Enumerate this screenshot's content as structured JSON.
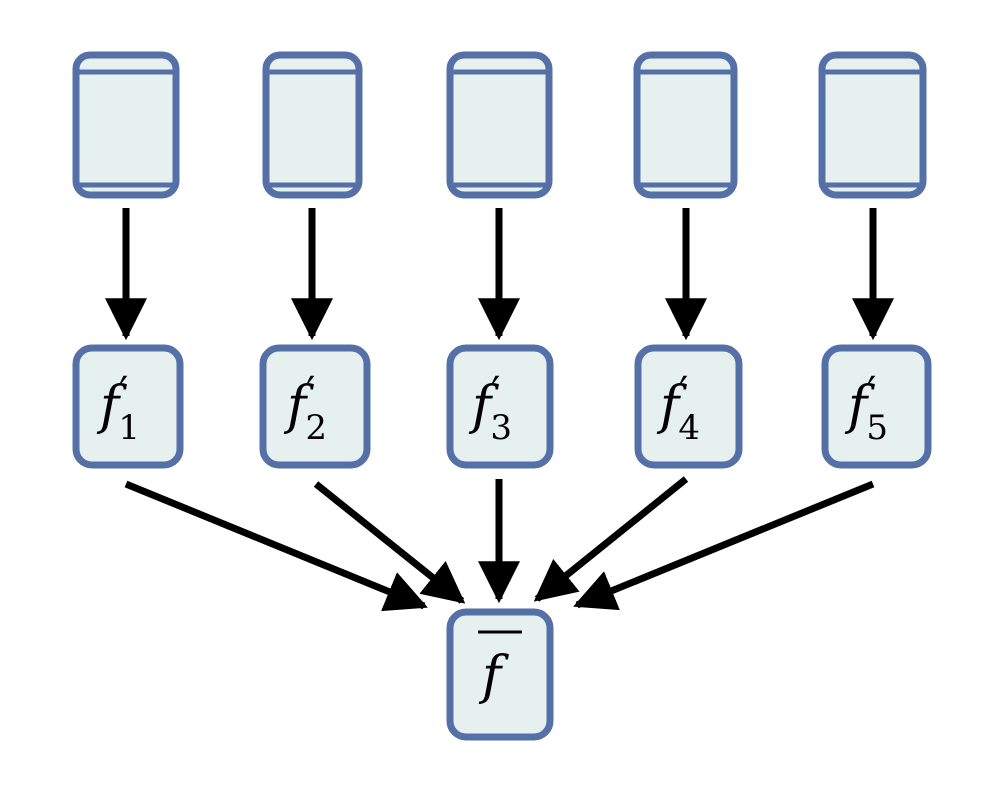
{
  "diagram": {
    "devices": [
      {
        "id": "device-1"
      },
      {
        "id": "device-2"
      },
      {
        "id": "device-3"
      },
      {
        "id": "device-4"
      },
      {
        "id": "device-5"
      }
    ],
    "local_models": [
      {
        "symbol": "f",
        "mark": "′",
        "subscript": "1"
      },
      {
        "symbol": "f",
        "mark": "′",
        "subscript": "2"
      },
      {
        "symbol": "f",
        "mark": "′",
        "subscript": "3"
      },
      {
        "symbol": "f",
        "mark": "′",
        "subscript": "4"
      },
      {
        "symbol": "f",
        "mark": "′",
        "subscript": "5"
      }
    ],
    "aggregate": {
      "symbol": "f",
      "decoration": "overline"
    },
    "edges": [
      {
        "from": "device-1",
        "to": "local-1"
      },
      {
        "from": "device-2",
        "to": "local-2"
      },
      {
        "from": "device-3",
        "to": "local-3"
      },
      {
        "from": "device-4",
        "to": "local-4"
      },
      {
        "from": "device-5",
        "to": "local-5"
      },
      {
        "from": "local-1",
        "to": "aggregate"
      },
      {
        "from": "local-2",
        "to": "aggregate"
      },
      {
        "from": "local-3",
        "to": "aggregate"
      },
      {
        "from": "local-4",
        "to": "aggregate"
      },
      {
        "from": "local-5",
        "to": "aggregate"
      }
    ],
    "colors": {
      "box_fill": "#e6f1ef",
      "box_stroke": "#5570a6",
      "arrow": "#000000"
    }
  }
}
